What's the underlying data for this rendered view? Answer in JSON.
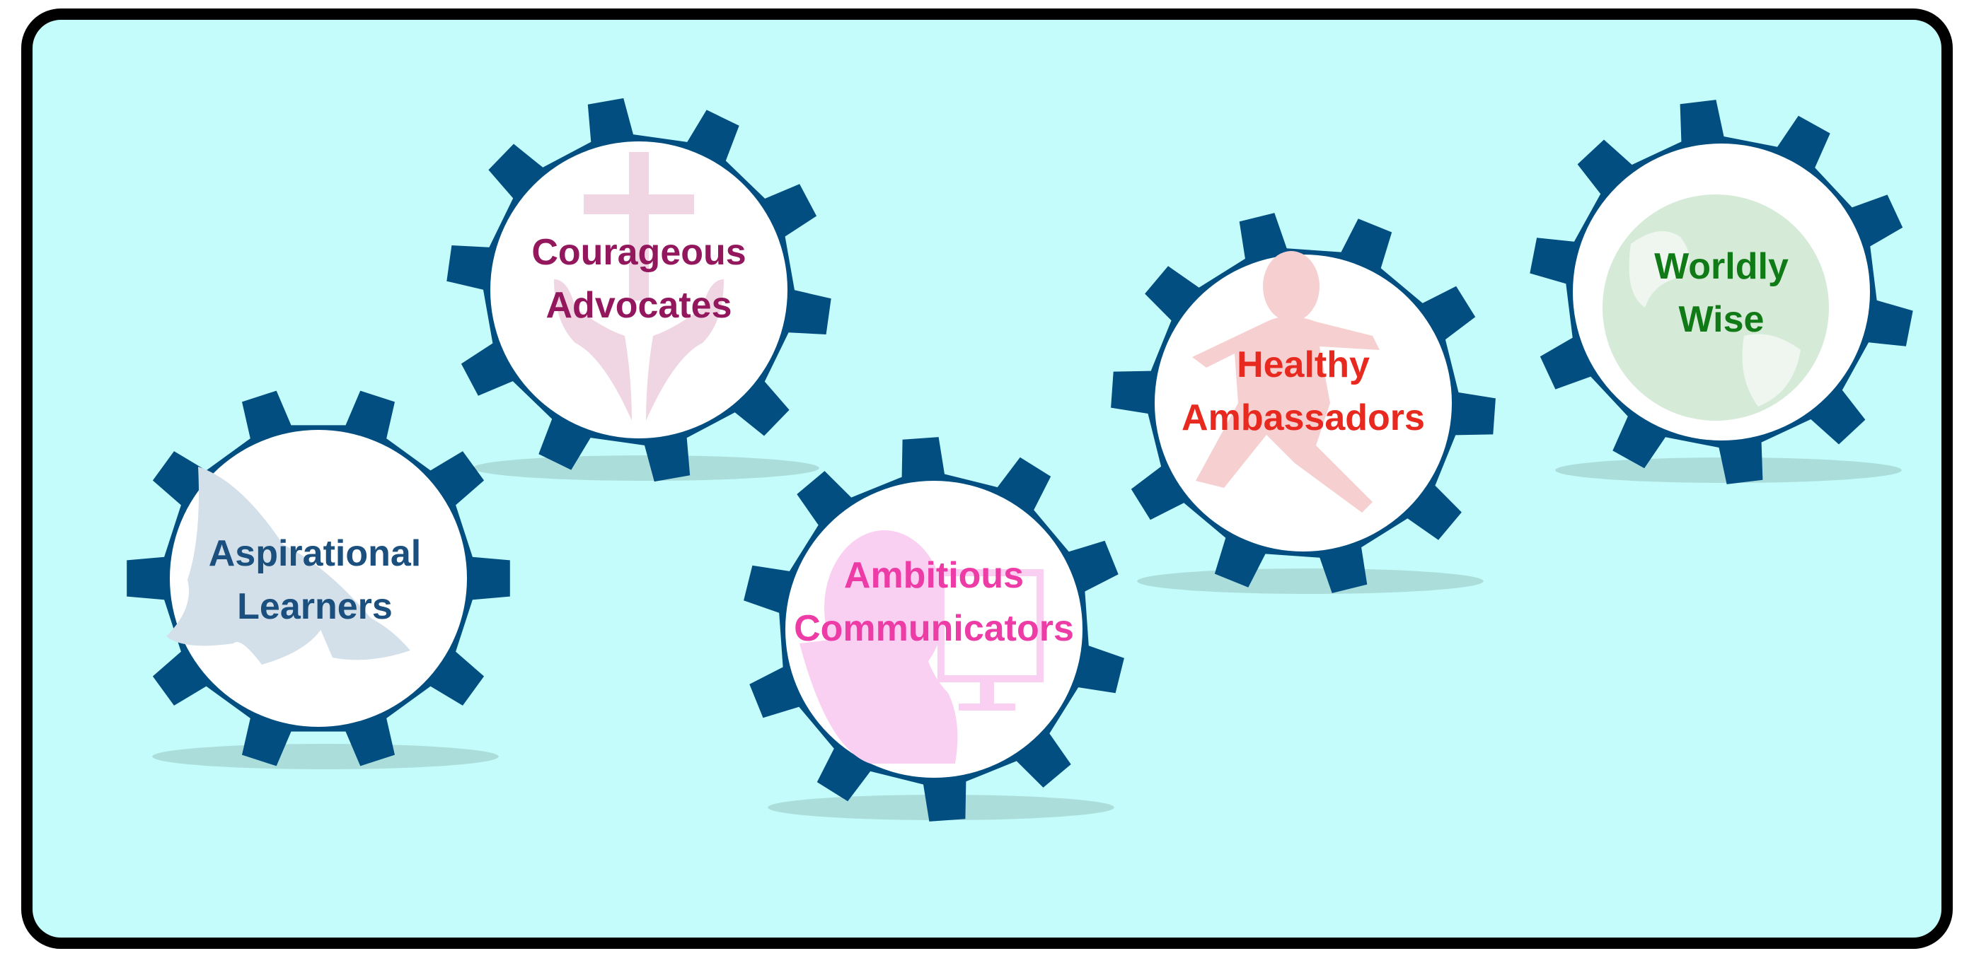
{
  "colors": {
    "panel_background": "#c3fcfa",
    "panel_border": "#000000",
    "gear_fill": "#024e80",
    "gear_face": "#ffffff"
  },
  "gears": [
    {
      "id": "aspirational-learners",
      "lines": [
        "Aspirational",
        "Learners"
      ],
      "text_color": "#1a4f7e",
      "icon": "dove-icon",
      "icon_color": "#d3e0ea"
    },
    {
      "id": "courageous-advocates",
      "lines": [
        "Courageous",
        "Advocates"
      ],
      "text_color": "#92175c",
      "icon": "cross-and-hands-icon",
      "icon_color": "#f0d6e2"
    },
    {
      "id": "ambitious-communicators",
      "lines": [
        "Ambitious",
        "Communicators"
      ],
      "text_color": "#ee3ca6",
      "icon": "person-at-computer-icon",
      "icon_color": "#f9d0f2"
    },
    {
      "id": "healthy-ambassadors",
      "lines": [
        "Healthy",
        "Ambassadors"
      ],
      "text_color": "#e8291f",
      "icon": "running-child-icon",
      "icon_color": "#f6d0d0"
    },
    {
      "id": "worldly-wise",
      "lines": [
        "Worldly",
        "Wise"
      ],
      "text_color": "#107a16",
      "icon": "globe-icon",
      "icon_color": "#d6ead8"
    }
  ]
}
